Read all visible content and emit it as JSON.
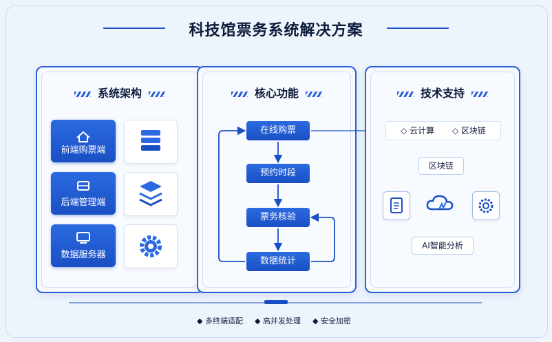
{
  "title": "科技馆票务系统解决方案",
  "panels": {
    "architecture": {
      "heading": "系统架构",
      "items": [
        {
          "label": "前端购票端",
          "icon": "home-icon",
          "side_icon": "layers-icon"
        },
        {
          "label": "后端管理端",
          "icon": "server-icon",
          "side_icon": "layers-icon"
        },
        {
          "label": "数据服务器",
          "icon": "monitor-icon",
          "side_icon": "gear-icon"
        }
      ]
    },
    "functions": {
      "heading": "核心功能",
      "steps": [
        "在线购票",
        "预约时段",
        "票务核验",
        "数据统计"
      ]
    },
    "tech": {
      "heading": "技术支持",
      "tags": [
        "◇ 云计算",
        "◇ 区块链"
      ],
      "top_node": "区块链",
      "bottom_node": "AI智能分析"
    }
  },
  "footer": [
    "多终端适配",
    "高并发处理",
    "安全加密"
  ],
  "colors": {
    "primary": "#1a4fc4",
    "accent": "#2b6ae0",
    "text": "#0d1b3a"
  }
}
